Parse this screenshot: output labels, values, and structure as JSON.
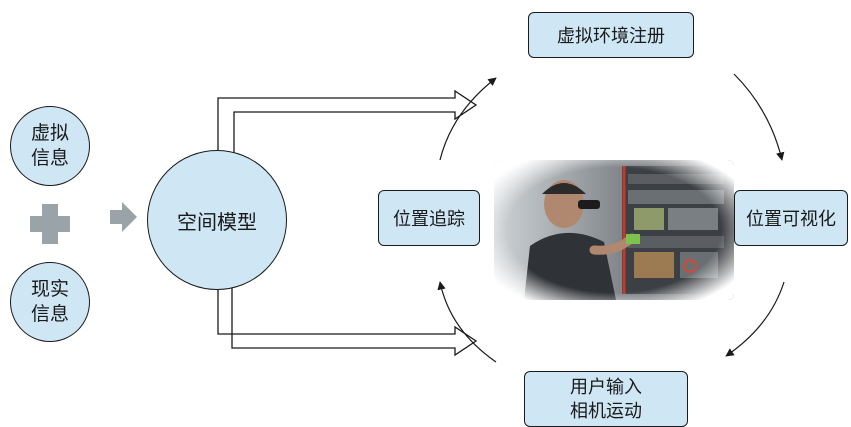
{
  "nodes": {
    "virtual_info": [
      "虚拟",
      "信息"
    ],
    "real_info": [
      "现实",
      "信息"
    ],
    "spatial_model": "空间模型",
    "position_tracking": "位置追踪",
    "virtual_env_registration": "虚拟环境注册",
    "position_visualization": "位置可视化",
    "user_input": [
      "用户输入",
      "相机运动"
    ]
  },
  "colors": {
    "node_fill": "#cfe6f5",
    "node_stroke": "#1a1a1a",
    "symbol_gray": "#9aa3a8"
  },
  "icons": {
    "plus": "plus-icon",
    "right_arrow": "arrow-right-icon"
  }
}
